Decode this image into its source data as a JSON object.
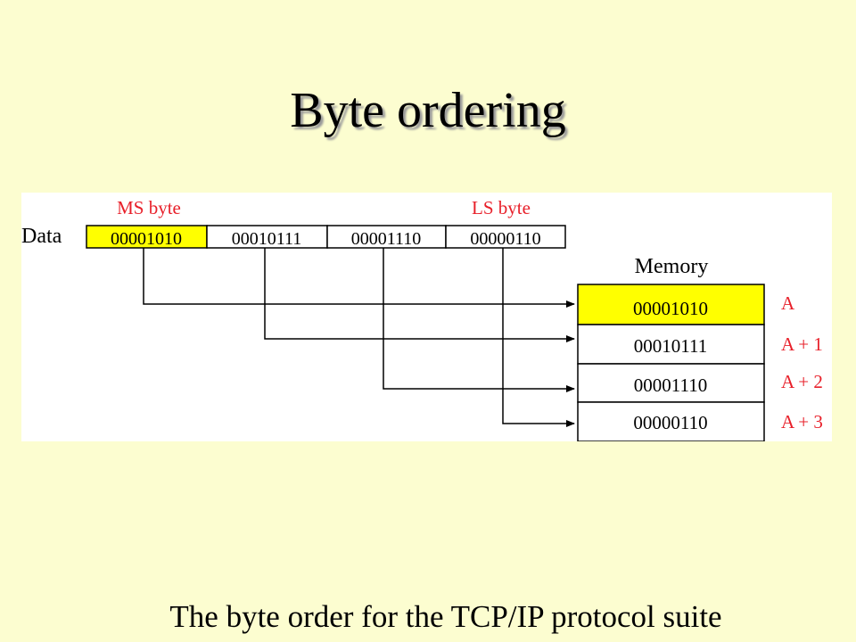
{
  "slide": {
    "title": "Byte ordering",
    "caption": "The byte order for the TCP/IP protocol suite"
  },
  "diagram": {
    "data_label": "Data",
    "ms_byte_label": "MS byte",
    "ls_byte_label": "LS byte",
    "memory_label": "Memory",
    "data_bytes": [
      "00001010",
      "00010111",
      "00001110",
      "00000110"
    ],
    "memory_cells": [
      "00001010",
      "00010111",
      "00001110",
      "00000110"
    ],
    "addresses": [
      "A",
      "A + 1",
      "A + 2",
      "A + 3"
    ],
    "highlighted_byte_index": 0
  },
  "colors": {
    "background": "#fcfdd0",
    "highlight": "#ffff00",
    "accent_red": "#e8202a",
    "line": "#000000"
  }
}
